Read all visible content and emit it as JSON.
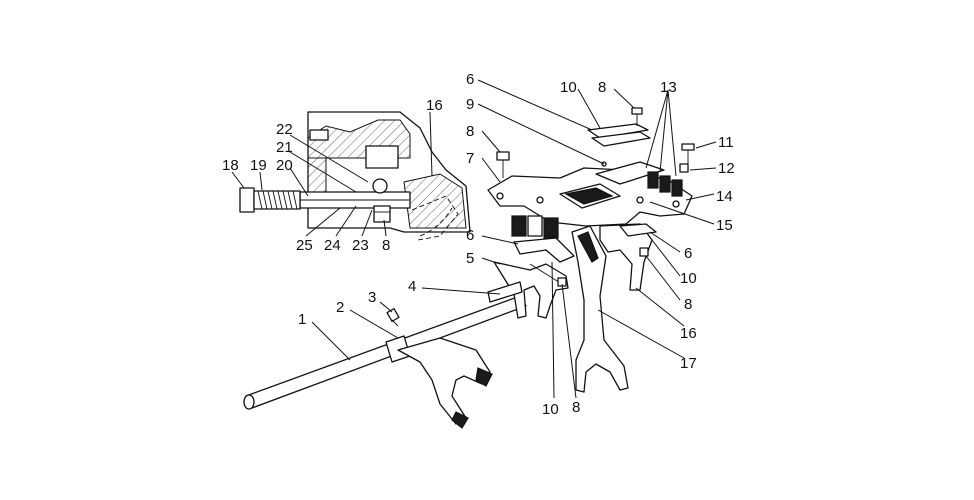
{
  "labels": {
    "l1": "1",
    "l2": "2",
    "l3": "3",
    "l4": "4",
    "l5": "5",
    "l6a": "6",
    "l6b": "6",
    "l6c": "6",
    "l7": "7",
    "l8a": "8",
    "l8b": "8",
    "l8c": "8",
    "l8d": "8",
    "l8e": "8",
    "l9": "9",
    "l10a": "10",
    "l10b": "10",
    "l10c": "10",
    "l11": "11",
    "l12": "12",
    "l13": "13",
    "l14": "14",
    "l15": "15",
    "l16a": "16",
    "l16b": "16",
    "l17": "17",
    "l18": "18",
    "l19": "19",
    "l20": "20",
    "l21": "21",
    "l22": "22",
    "l23": "23",
    "l24": "24",
    "l25": "25"
  }
}
